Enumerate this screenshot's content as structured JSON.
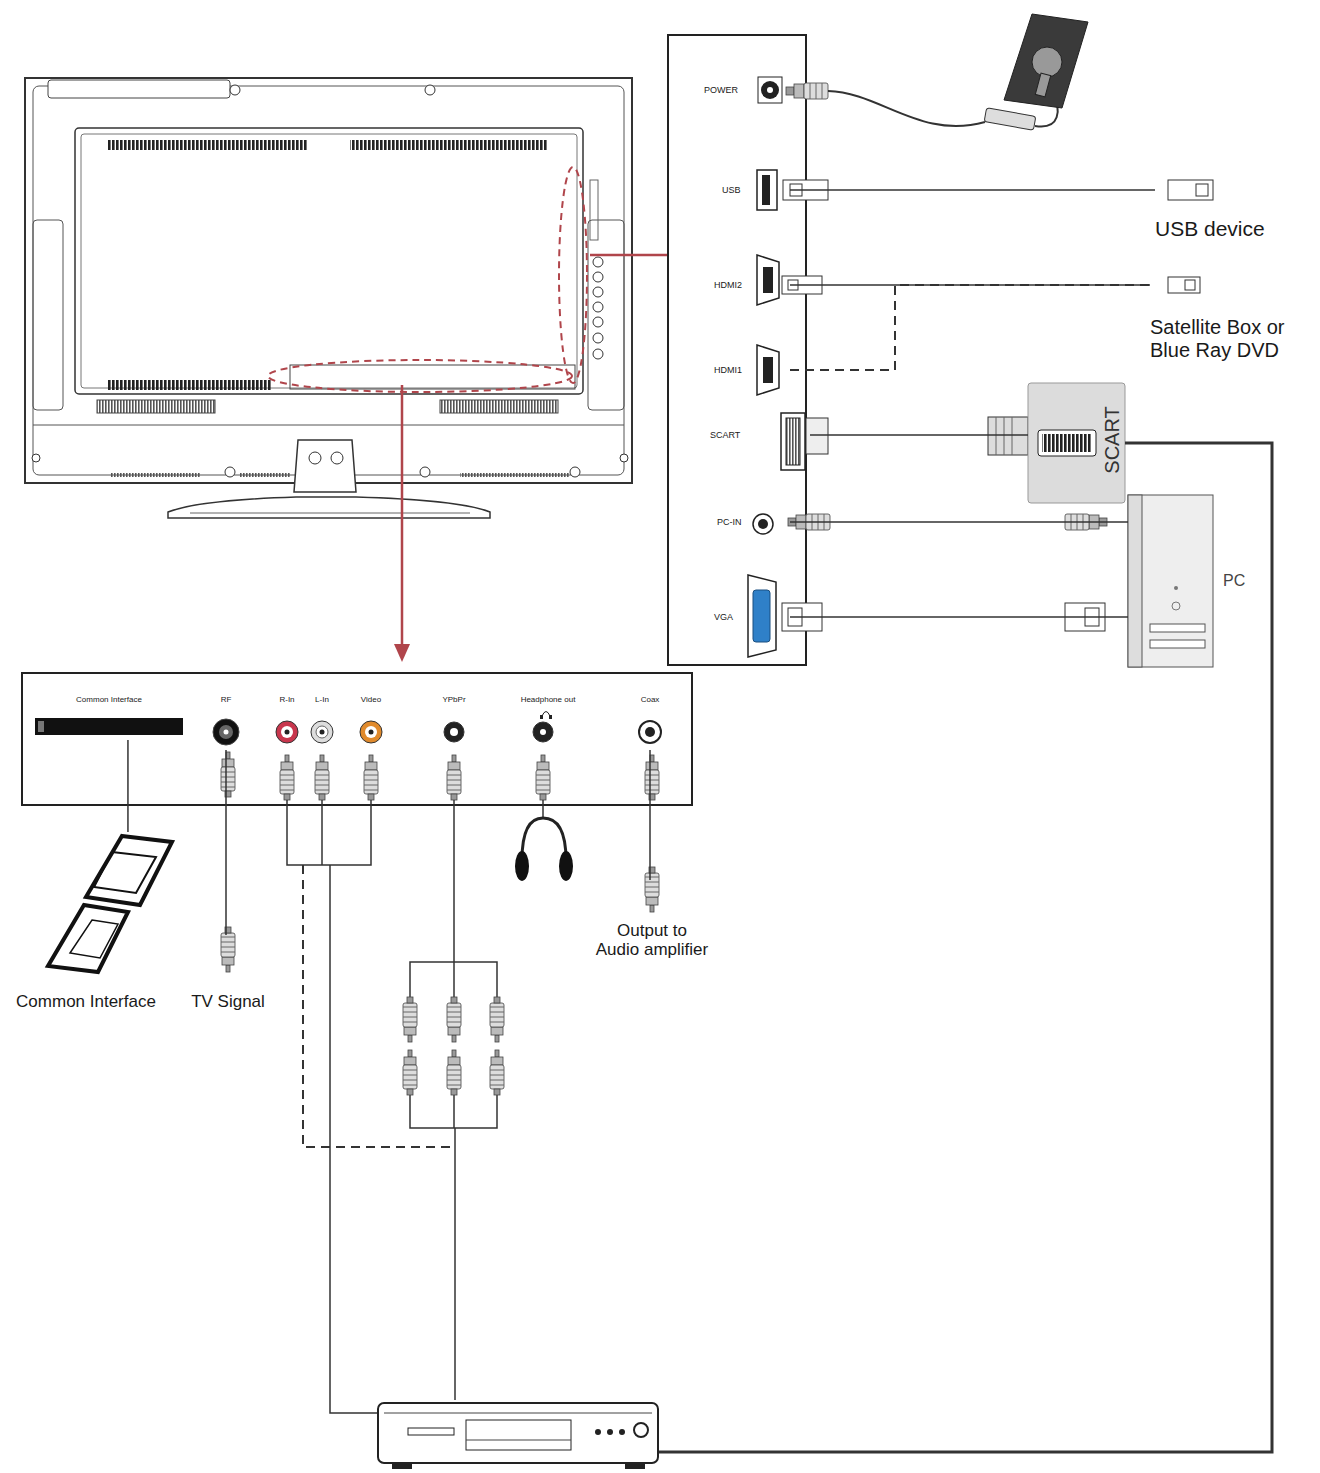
{
  "diagram": {
    "nodes": [
      {
        "text": [
          "POWER"
        ]
      },
      {
        "text": [
          "USB"
        ]
      },
      {
        "text": [
          "HDMI2"
        ]
      },
      {
        "text": [
          "HDMI1"
        ]
      },
      {
        "text": [
          "SCART"
        ]
      },
      {
        "text": [
          "PC-IN"
        ]
      },
      {
        "text": [
          "VGA"
        ]
      },
      {
        "text": [
          "Common Interface"
        ]
      },
      {
        "text": [
          "RF"
        ]
      },
      {
        "text": [
          "R-In"
        ]
      },
      {
        "text": [
          "L-In"
        ]
      },
      {
        "text": [
          "Video"
        ]
      },
      {
        "text": [
          "YPbPr"
        ]
      },
      {
        "text": [
          "Headphone out"
        ]
      },
      {
        "text": [
          "Coax"
        ]
      },
      {
        "text": [
          "USB device"
        ]
      },
      {
        "text": [
          "Satellite Box or Blue Ray DVD"
        ]
      },
      {
        "text": [
          "SCART"
        ]
      },
      {
        "text": [
          "PC"
        ]
      },
      {
        "text": [
          "Common Interface"
        ]
      },
      {
        "text": [
          "TV Signal"
        ]
      },
      {
        "text": [
          "Output to Audio amplifier"
        ]
      }
    ],
    "edges": [
      {
        "from": 1,
        "to": 15,
        "arrow": "none"
      },
      {
        "from": 2,
        "to": 16,
        "arrow": "none"
      },
      {
        "from": 3,
        "to": 16,
        "arrow": "none"
      },
      {
        "from": 4,
        "to": 17,
        "arrow": "none"
      },
      {
        "from": 5,
        "to": 18,
        "arrow": "none"
      },
      {
        "from": 6,
        "to": 18,
        "arrow": "none"
      },
      {
        "from": 7,
        "to": 19,
        "arrow": "none"
      },
      {
        "from": 8,
        "to": 20,
        "arrow": "none"
      },
      {
        "from": 14,
        "to": 21,
        "arrow": "none"
      }
    ]
  }
}
